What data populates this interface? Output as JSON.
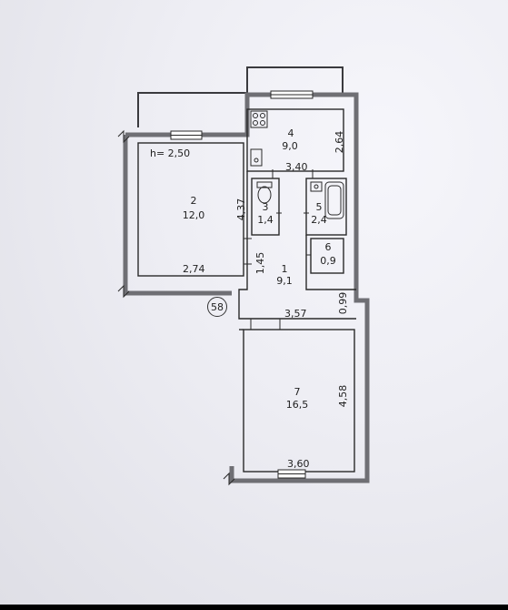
{
  "rooms": [
    {
      "num": "1",
      "area": "9,1"
    },
    {
      "num": "2",
      "area": "12,0"
    },
    {
      "num": "3",
      "area": "1,4"
    },
    {
      "num": "4",
      "area": "9,0"
    },
    {
      "num": "5",
      "area": "2,4"
    },
    {
      "num": "6",
      "area": "0,9"
    },
    {
      "num": "7",
      "area": "16,5"
    }
  ],
  "ceiling_height": "h= 2,50",
  "dimensions": {
    "room2_width": "2,74",
    "room2_length": "4,37",
    "kitchen_width": "3,40",
    "kitchen_length": "2,64",
    "corridor_width": "1,45",
    "living_top_width": "3,57",
    "living_bottom_width": "3,60",
    "living_length": "4,58",
    "passage": "0,99"
  },
  "apartment_number": "58",
  "colors": {
    "wall": "#6f6f74",
    "line": "#2a2a2a"
  }
}
